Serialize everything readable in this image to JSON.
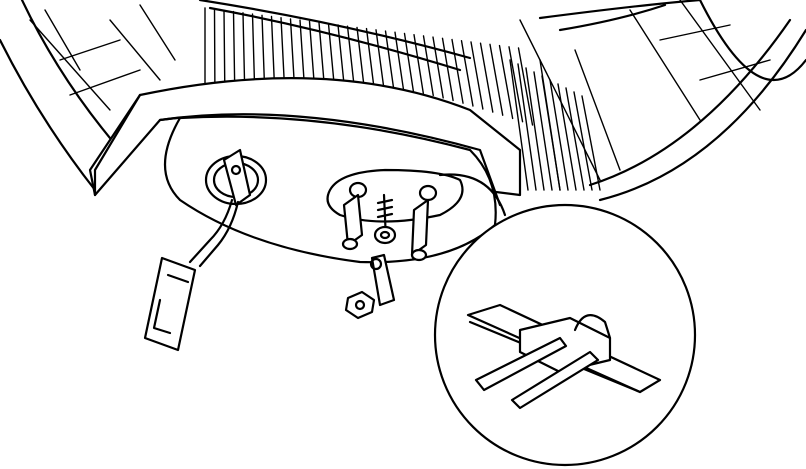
{
  "figure": {
    "kind": "line-art",
    "ink_color": "#000000",
    "paper_color": "#ffffff",
    "parts": [
      "drum-wall",
      "heater-cover-panel",
      "thermostat-sensor",
      "sensor-wire-connector",
      "heating-element-flange",
      "heating-element-terminal-left",
      "heating-element-terminal-right",
      "center-stud",
      "mounting-nut",
      "detail-callout-circle",
      "bracket-clip-detail"
    ]
  }
}
